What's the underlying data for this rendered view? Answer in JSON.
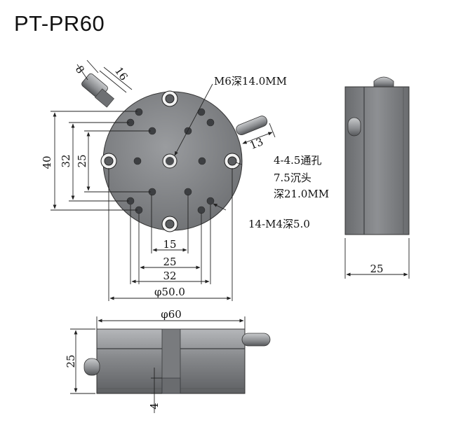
{
  "title": "PT-PR60",
  "notes": {
    "m6": "M6深14.0MM",
    "hole_line1": "4-4.5通孔",
    "hole_line2": "7.5沉头",
    "hole_line3": "深21.0MM",
    "m4": "14-M4深5.0"
  },
  "dims": {
    "knob_w": "8",
    "knob_len": "16",
    "pin": "13",
    "h40": "40",
    "h32": "32",
    "h25": "25",
    "w15": "15",
    "w25": "25",
    "w32": "32",
    "d50": "φ50.0",
    "d60": "φ60",
    "side_25": "25",
    "front_25": "25",
    "slot_4": "4"
  },
  "colors": {
    "metal": "#7d7f82",
    "metal_dark": "#4a4c4f",
    "metal_light": "#a9abad"
  }
}
